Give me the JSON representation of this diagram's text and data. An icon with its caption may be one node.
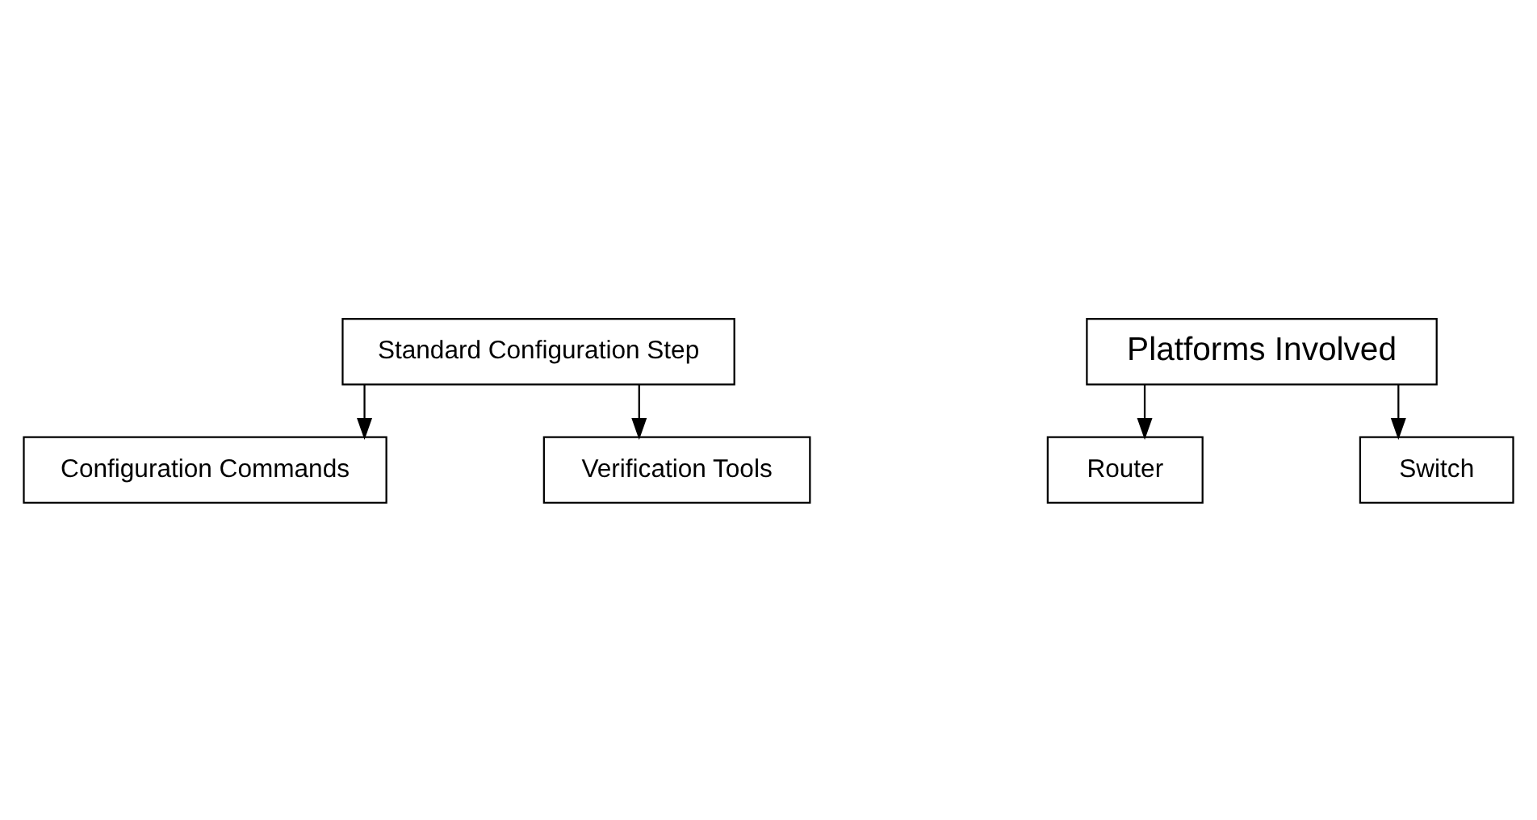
{
  "diagram": {
    "nodes": [
      {
        "text": [
          "Standard Configuration Step"
        ]
      },
      {
        "text": [
          "Configuration Commands"
        ]
      },
      {
        "text": [
          "Verification Tools"
        ]
      },
      {
        "text": [
          "Platforms Involved"
        ]
      },
      {
        "text": [
          "Router"
        ]
      },
      {
        "text": [
          "Switch"
        ]
      }
    ],
    "edges": [
      {
        "from": 0,
        "to": 1,
        "arrow": "to"
      },
      {
        "from": 0,
        "to": 2,
        "arrow": "to"
      },
      {
        "from": 3,
        "to": 4,
        "arrow": "to"
      },
      {
        "from": 3,
        "to": 5,
        "arrow": "to"
      }
    ]
  }
}
